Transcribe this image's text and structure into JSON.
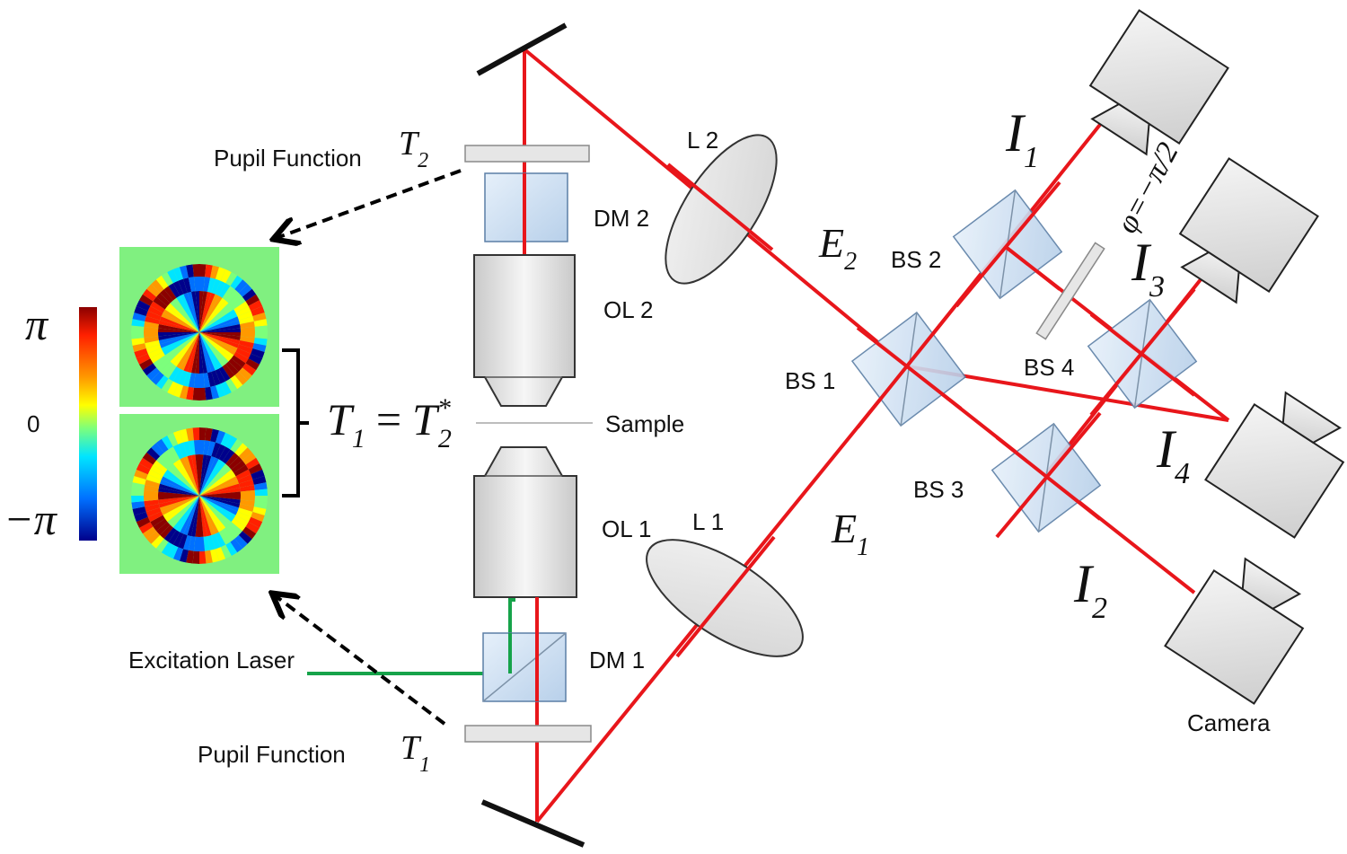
{
  "labels": {
    "pupil_function_top": "Pupil Function",
    "pupil_function_bottom": "Pupil Function",
    "dm2": "DM 2",
    "dm1": "DM 1",
    "ol2": "OL 2",
    "ol1": "OL 1",
    "l2": "L 2",
    "l1": "L 1",
    "sample": "Sample",
    "bs1": "BS 1",
    "bs2": "BS 2",
    "bs3": "BS 3",
    "bs4": "BS 4",
    "excitation_laser": "Excitation Laser",
    "camera": "Camera"
  },
  "math": {
    "T": "T",
    "sub1": "1",
    "sub2": "2",
    "E": "E",
    "I": "I",
    "sub3": "3",
    "sub4": "4",
    "equals": "=",
    "star": "*",
    "phase_shift": "φ=−π/2",
    "pi": "π",
    "zero": "0",
    "neg_pi": "−π"
  },
  "colorbar": {
    "stops": [
      "#8b0000",
      "#ff2000",
      "#ff9900",
      "#ffff00",
      "#7cff7c",
      "#00e5ff",
      "#0070ff",
      "#00008b"
    ]
  },
  "colors": {
    "beam": "#e8161b",
    "excitation": "#16a34a",
    "pupil_background": "#80f080"
  }
}
